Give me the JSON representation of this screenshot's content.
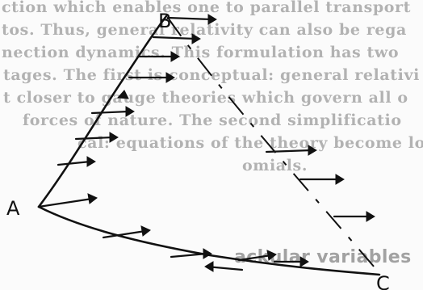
{
  "background_text": {
    "lines": [
      "ction which enables one to parallel transport",
      "tos. Thus, general relativity can also be rega",
      "nection dynamics. This formulation has two",
      "tages. The first is conceptual: general relativi",
      "t closer to gauge theories which govern all o",
      "forces of nature. The second simplificatio",
      "cal: equations of the theory become low o",
      "omials."
    ],
    "heading": "ackular variables"
  },
  "labels": {
    "a": "A",
    "b": "B",
    "c": "C"
  }
}
